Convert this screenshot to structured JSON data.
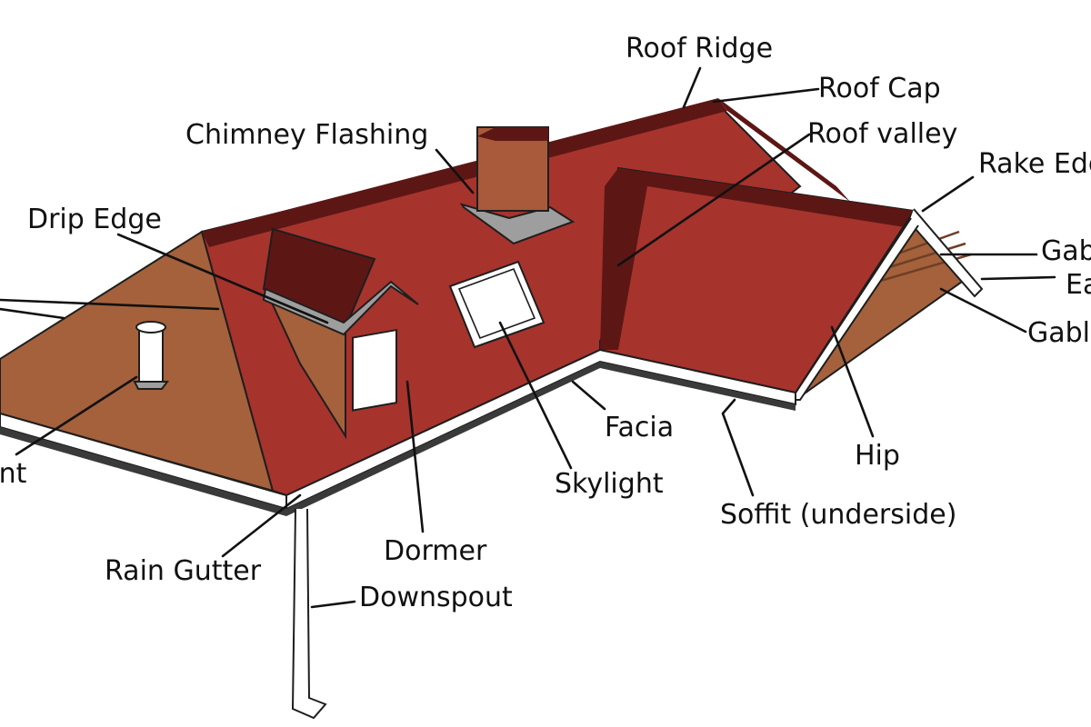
{
  "colors": {
    "roof_red": "#a7332d",
    "roof_dark": "#5c1715",
    "gable_brown": "#a4613c",
    "chimney": "#a85a3a",
    "flashing": "#9e9e9e",
    "trim": "#ffffff",
    "outline": "#1e1e1e"
  },
  "labels": {
    "roof_ridge": "Roof Ridge",
    "roof_cap": "Roof Cap",
    "chimney_flashing": "Chimney Flashing",
    "roof_valley": "Roof valley",
    "rake_edge": "Rake Edge",
    "drip_edge": "Drip Edge",
    "gable": "Gable",
    "eave": "Eave",
    "gable_end": "Gable",
    "vent": "Vent",
    "facia": "Facia",
    "hip": "Hip",
    "skylight": "Skylight",
    "soffit": "Soffit (underside)",
    "dormer": "Dormer",
    "rain_gutter": "Rain Gutter",
    "downspout": "Downspout"
  }
}
